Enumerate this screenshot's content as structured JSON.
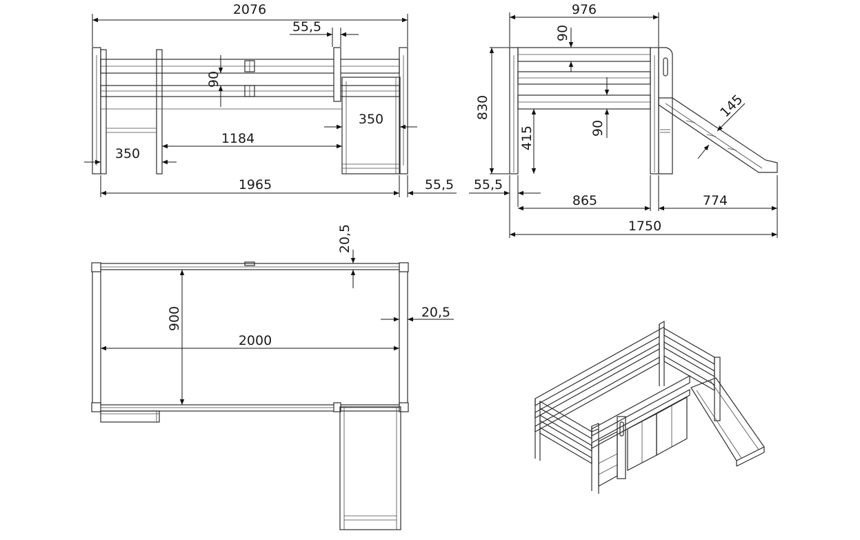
{
  "diagram": {
    "front_view": {
      "overall_width": "2076",
      "post_width": "55,5",
      "rail_height": "90",
      "end_offset": "350",
      "inner_span": "1184",
      "slide_gap": "350",
      "length": "1965",
      "right_post": "55,5"
    },
    "side_view": {
      "depth": "976",
      "rail_height_top": "90",
      "height": "830",
      "under_height": "415",
      "rail_height_low": "90",
      "slide_width": "145",
      "post_width": "55,5",
      "base_depth": "865",
      "slide_extent": "774",
      "total_depth": "1750"
    },
    "top_view": {
      "rail_thickness_top": "20,5",
      "inner_width": "900",
      "inner_length": "2000",
      "rail_thickness_side": "20,5"
    }
  }
}
